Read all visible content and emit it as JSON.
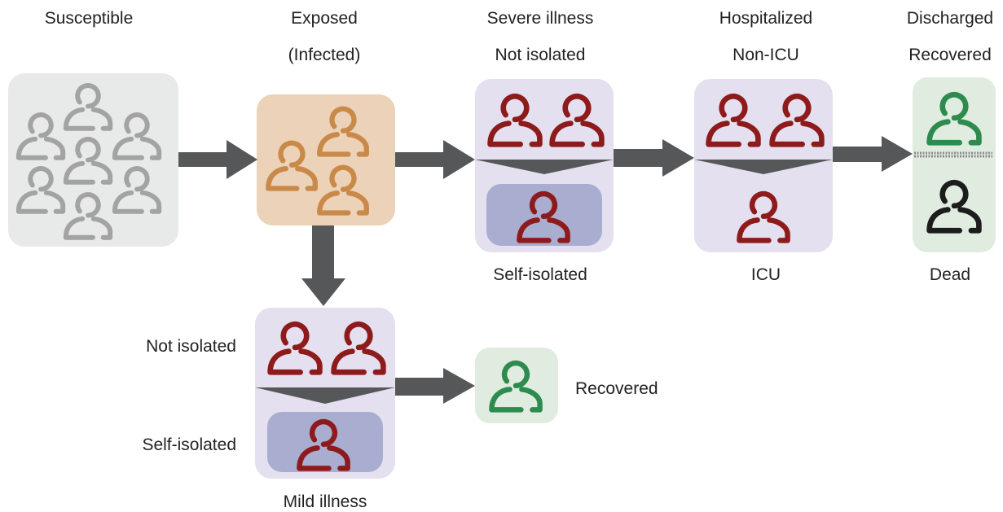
{
  "labels": {
    "susceptible": "Susceptible",
    "exposed": "Exposed",
    "infected": "(Infected)",
    "severe_illness": "Severe illness",
    "severe_not_isolated": "Not isolated",
    "severe_self_isolated": "Self-isolated",
    "hospitalized": "Hospitalized",
    "non_icu": "Non-ICU",
    "icu": "ICU",
    "discharged": "Discharged",
    "recovered_top": "Recovered",
    "dead": "Dead",
    "mild_not_isolated": "Not isolated",
    "mild_self_isolated": "Self-isolated",
    "mild_illness": "Mild illness",
    "mild_recovered": "Recovered"
  },
  "colors": {
    "susceptible_person": "#a3a3a3",
    "susceptible_box": "#e8e9e9",
    "exposed_person": "#c98a49",
    "exposed_box": "#ecd2b8",
    "ill_person": "#8e1b1b",
    "ill_box": "#e4e0ef",
    "isolated_box": "#a9aed0",
    "recovered_person": "#2e8b50",
    "recovered_box": "#e1ece0",
    "dead_person": "#1c1c1c",
    "arrow": "#565758"
  },
  "icons": {
    "person": "person-icon",
    "arrow": "right-arrow-icon"
  }
}
